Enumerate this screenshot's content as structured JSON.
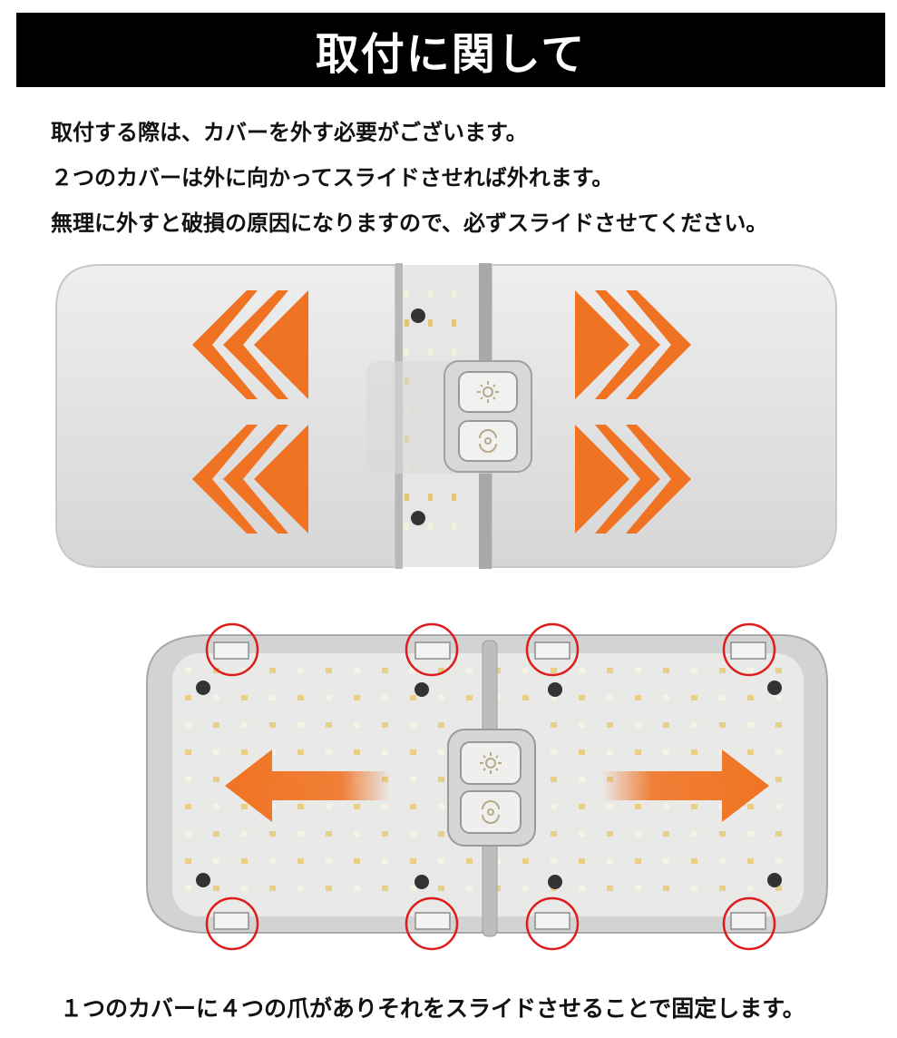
{
  "header": {
    "title": "取付に関して"
  },
  "description": {
    "lines": [
      "取付する際は、カバーを外す必要がございます。",
      "２つのカバーは外に向かってスライドさせれば外れます。",
      "無理に外すと破損の原因になりますので、必ずスライドさせてください。"
    ]
  },
  "caption": {
    "text": "１つのカバーに４つの爪がありそれをスライドさせることで固定します。"
  },
  "colors": {
    "accent": "#f07323",
    "clip_circle": "#e01b1b",
    "title_bg": "#000000"
  },
  "icons": {
    "brightness": "sun-icon",
    "color_mode": "color-cycle-icon"
  }
}
